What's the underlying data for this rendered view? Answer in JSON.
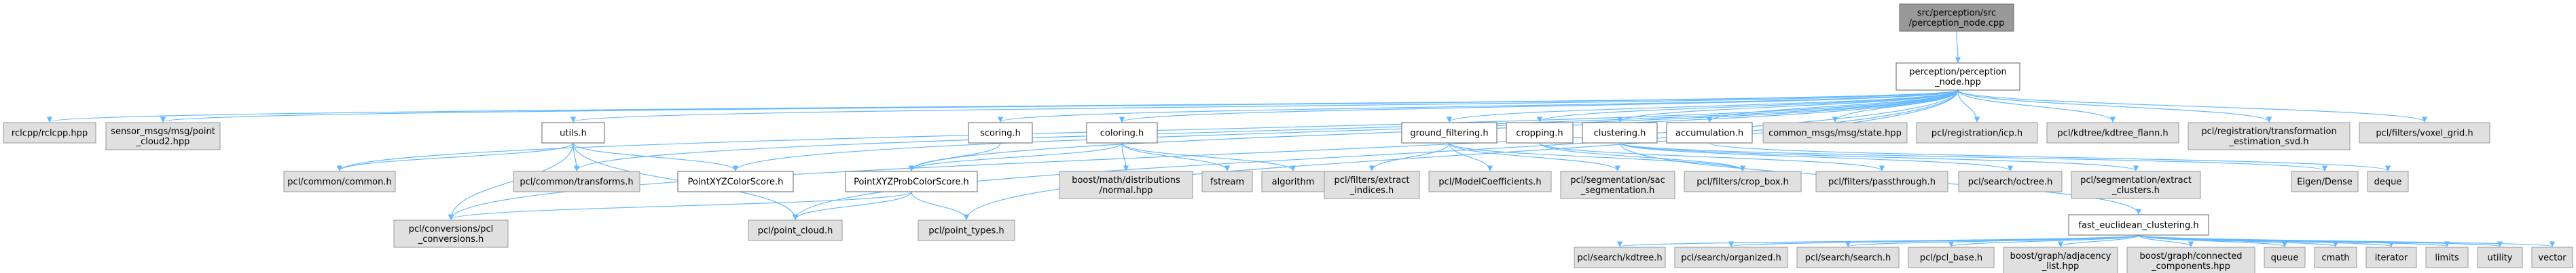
{
  "nodes": [
    {
      "id": "root",
      "lines": [
        "src/perception/src",
        "/perception_node.cpp"
      ],
      "style": "root"
    },
    {
      "id": "perception_hpp",
      "lines": [
        "perception/perception",
        "_node.hpp"
      ],
      "style": "white"
    },
    {
      "id": "rclcpp",
      "lines": [
        "rclcpp/rclcpp.hpp"
      ],
      "style": "grey"
    },
    {
      "id": "pointcloud2",
      "lines": [
        "sensor_msgs/msg/point",
        "_cloud2.hpp"
      ],
      "style": "grey"
    },
    {
      "id": "utils",
      "lines": [
        "utils.h"
      ],
      "style": "white"
    },
    {
      "id": "scoring",
      "lines": [
        "scoring.h"
      ],
      "style": "white"
    },
    {
      "id": "coloring",
      "lines": [
        "coloring.h"
      ],
      "style": "white"
    },
    {
      "id": "ground_filtering",
      "lines": [
        "ground_filtering.h"
      ],
      "style": "white"
    },
    {
      "id": "cropping",
      "lines": [
        "cropping.h"
      ],
      "style": "white"
    },
    {
      "id": "clustering",
      "lines": [
        "clustering.h"
      ],
      "style": "white"
    },
    {
      "id": "accumulation",
      "lines": [
        "accumulation.h"
      ],
      "style": "white"
    },
    {
      "id": "state",
      "lines": [
        "common_msgs/msg/state.hpp"
      ],
      "style": "grey"
    },
    {
      "id": "icp",
      "lines": [
        "pcl/registration/icp.h"
      ],
      "style": "grey"
    },
    {
      "id": "flann",
      "lines": [
        "pcl/kdtree/kdtree_flann.h"
      ],
      "style": "grey"
    },
    {
      "id": "svd",
      "lines": [
        "pcl/registration/transformation",
        "_estimation_svd.h"
      ],
      "style": "grey"
    },
    {
      "id": "voxel",
      "lines": [
        "pcl/filters/voxel_grid.h"
      ],
      "style": "grey"
    },
    {
      "id": "common",
      "lines": [
        "pcl/common/common.h"
      ],
      "style": "grey"
    },
    {
      "id": "transforms",
      "lines": [
        "pcl/common/transforms.h"
      ],
      "style": "grey"
    },
    {
      "id": "colorscore",
      "lines": [
        "PointXYZColorScore.h"
      ],
      "style": "white"
    },
    {
      "id": "probcolorscore",
      "lines": [
        "PointXYZProbColorScore.h"
      ],
      "style": "white"
    },
    {
      "id": "normal",
      "lines": [
        "boost/math/distributions",
        "/normal.hpp"
      ],
      "style": "grey"
    },
    {
      "id": "fstream",
      "lines": [
        "fstream"
      ],
      "style": "grey"
    },
    {
      "id": "algorithm",
      "lines": [
        "algorithm"
      ],
      "style": "grey"
    },
    {
      "id": "extract_indices",
      "lines": [
        "pcl/filters/extract",
        "_indices.h"
      ],
      "style": "grey"
    },
    {
      "id": "modelcoeff",
      "lines": [
        "pcl/ModelCoefficients.h"
      ],
      "style": "grey"
    },
    {
      "id": "sac",
      "lines": [
        "pcl/segmentation/sac",
        "_segmentation.h"
      ],
      "style": "grey"
    },
    {
      "id": "cropbox",
      "lines": [
        "pcl/filters/crop_box.h"
      ],
      "style": "grey"
    },
    {
      "id": "passthrough",
      "lines": [
        "pcl/filters/passthrough.h"
      ],
      "style": "grey"
    },
    {
      "id": "octree",
      "lines": [
        "pcl/search/octree.h"
      ],
      "style": "grey"
    },
    {
      "id": "extract_clusters",
      "lines": [
        "pcl/segmentation/extract",
        "_clusters.h"
      ],
      "style": "grey"
    },
    {
      "id": "fec",
      "lines": [
        "fast_euclidean_clustering.h"
      ],
      "style": "white"
    },
    {
      "id": "eigen",
      "lines": [
        "Eigen/Dense"
      ],
      "style": "grey"
    },
    {
      "id": "deque",
      "lines": [
        "deque"
      ],
      "style": "grey"
    },
    {
      "id": "conversions",
      "lines": [
        "pcl/conversions/pcl",
        "_conversions.h"
      ],
      "style": "grey"
    },
    {
      "id": "point_cloud",
      "lines": [
        "pcl/point_cloud.h"
      ],
      "style": "grey"
    },
    {
      "id": "point_types",
      "lines": [
        "pcl/point_types.h"
      ],
      "style": "grey"
    },
    {
      "id": "kdtree",
      "lines": [
        "pcl/search/kdtree.h"
      ],
      "style": "grey"
    },
    {
      "id": "organized",
      "lines": [
        "pcl/search/organized.h"
      ],
      "style": "grey"
    },
    {
      "id": "search",
      "lines": [
        "pcl/search/search.h"
      ],
      "style": "grey"
    },
    {
      "id": "pcl_base",
      "lines": [
        "pcl/pcl_base.h"
      ],
      "style": "grey"
    },
    {
      "id": "adjacency",
      "lines": [
        "boost/graph/adjacency",
        "_list.hpp"
      ],
      "style": "grey"
    },
    {
      "id": "connected",
      "lines": [
        "boost/graph/connected",
        "_components.hpp"
      ],
      "style": "grey"
    },
    {
      "id": "queue",
      "lines": [
        "queue"
      ],
      "style": "grey"
    },
    {
      "id": "cmath",
      "lines": [
        "cmath"
      ],
      "style": "grey"
    },
    {
      "id": "iterator",
      "lines": [
        "iterator"
      ],
      "style": "grey"
    },
    {
      "id": "limits",
      "lines": [
        "limits"
      ],
      "style": "grey"
    },
    {
      "id": "utility",
      "lines": [
        "utility"
      ],
      "style": "grey"
    },
    {
      "id": "vector",
      "lines": [
        "vector"
      ],
      "style": "grey"
    }
  ],
  "edges": [
    [
      "root",
      "perception_hpp"
    ],
    [
      "perception_hpp",
      "rclcpp"
    ],
    [
      "perception_hpp",
      "pointcloud2"
    ],
    [
      "perception_hpp",
      "utils"
    ],
    [
      "perception_hpp",
      "scoring"
    ],
    [
      "perception_hpp",
      "coloring"
    ],
    [
      "perception_hpp",
      "ground_filtering"
    ],
    [
      "perception_hpp",
      "cropping"
    ],
    [
      "perception_hpp",
      "clustering"
    ],
    [
      "perception_hpp",
      "accumulation"
    ],
    [
      "perception_hpp",
      "state"
    ],
    [
      "perception_hpp",
      "icp"
    ],
    [
      "perception_hpp",
      "flann"
    ],
    [
      "perception_hpp",
      "svd"
    ],
    [
      "perception_hpp",
      "voxel"
    ],
    [
      "perception_hpp",
      "common"
    ],
    [
      "perception_hpp",
      "transforms"
    ],
    [
      "perception_hpp",
      "colorscore"
    ],
    [
      "perception_hpp",
      "probcolorscore"
    ],
    [
      "perception_hpp",
      "conversions"
    ],
    [
      "perception_hpp",
      "point_cloud"
    ],
    [
      "perception_hpp",
      "point_types"
    ],
    [
      "utils",
      "common"
    ],
    [
      "utils",
      "transforms"
    ],
    [
      "utils",
      "colorscore"
    ],
    [
      "utils",
      "conversions"
    ],
    [
      "utils",
      "point_cloud"
    ],
    [
      "scoring",
      "probcolorscore"
    ],
    [
      "coloring",
      "probcolorscore"
    ],
    [
      "coloring",
      "normal"
    ],
    [
      "coloring",
      "fstream"
    ],
    [
      "coloring",
      "algorithm"
    ],
    [
      "ground_filtering",
      "extract_indices"
    ],
    [
      "ground_filtering",
      "modelcoeff"
    ],
    [
      "ground_filtering",
      "sac"
    ],
    [
      "ground_filtering",
      "cropbox"
    ],
    [
      "cropping",
      "cropbox"
    ],
    [
      "cropping",
      "passthrough"
    ],
    [
      "clustering",
      "octree"
    ],
    [
      "clustering",
      "extract_clusters"
    ],
    [
      "clustering",
      "fec"
    ],
    [
      "clustering",
      "eigen"
    ],
    [
      "accumulation",
      "deque"
    ],
    [
      "probcolorscore",
      "conversions"
    ],
    [
      "probcolorscore",
      "point_cloud"
    ],
    [
      "probcolorscore",
      "point_types"
    ],
    [
      "fec",
      "kdtree"
    ],
    [
      "fec",
      "organized"
    ],
    [
      "fec",
      "search"
    ],
    [
      "fec",
      "pcl_base"
    ],
    [
      "fec",
      "adjacency"
    ],
    [
      "fec",
      "connected"
    ],
    [
      "fec",
      "queue"
    ],
    [
      "fec",
      "cmath"
    ],
    [
      "fec",
      "iterator"
    ],
    [
      "fec",
      "limits"
    ],
    [
      "fec",
      "utility"
    ],
    [
      "fec",
      "vector"
    ]
  ]
}
